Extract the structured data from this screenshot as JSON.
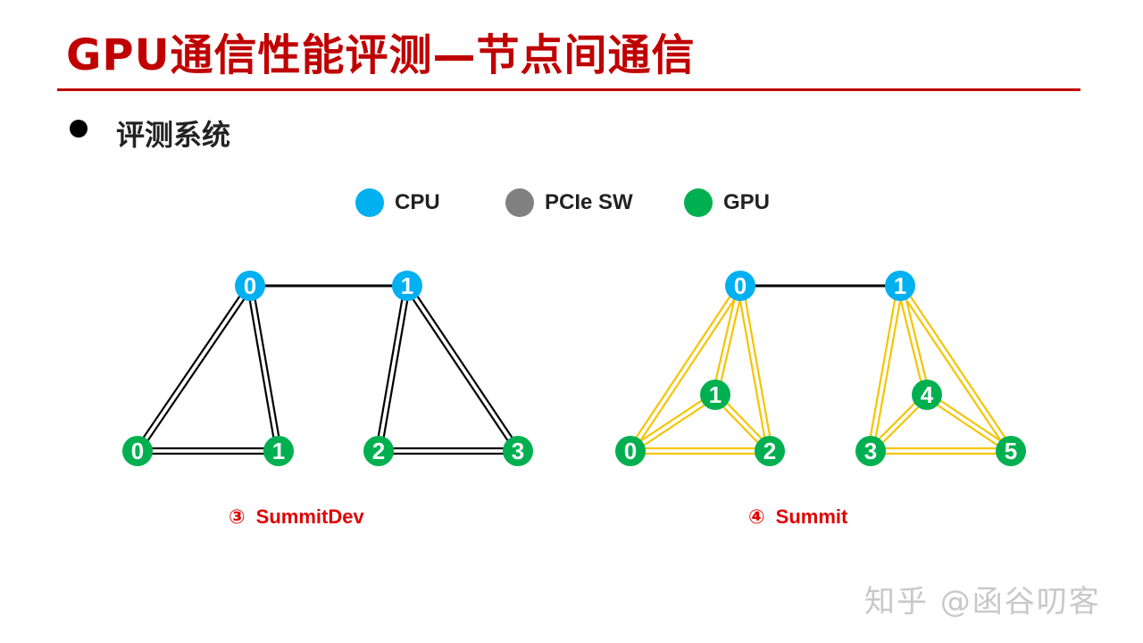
{
  "title": "GPU通信性能评测—节点间通信",
  "bullet": "评测系统",
  "legend": [
    {
      "label": "CPU",
      "color": "#00b0f0"
    },
    {
      "label": "PCIe SW",
      "color": "#808080"
    },
    {
      "label": "GPU",
      "color": "#00b050"
    }
  ],
  "colors": {
    "cpu": "#00b0f0",
    "gpu": "#00b050",
    "link_black": "#000000",
    "link_yellow": "#f5c400",
    "title": "#c00000",
    "caption": "#e00000"
  },
  "diagrams": [
    {
      "caption_num": "③",
      "caption": "SummitDev",
      "cpus": [
        "0",
        "1"
      ],
      "gpus": [
        "0",
        "1",
        "2",
        "3"
      ]
    },
    {
      "caption_num": "④",
      "caption": "Summit",
      "cpus": [
        "0",
        "1"
      ],
      "gpus": [
        "0",
        "1",
        "2",
        "3",
        "4",
        "5"
      ]
    }
  ],
  "watermark": "知乎 @函谷叨客"
}
